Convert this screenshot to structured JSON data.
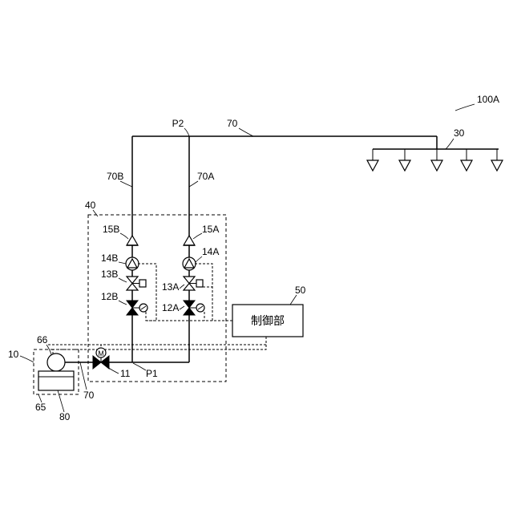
{
  "labels": {
    "system": "100A",
    "nozzles": "30",
    "pipe_main": "70",
    "pipe_main_low": "70",
    "pipe_a": "70A",
    "pipe_b": "70B",
    "point_p2": "P2",
    "point_p1": "P1",
    "unit_box": "40",
    "check_a": "15A",
    "check_b": "15B",
    "pump_a": "14A",
    "pump_b": "14B",
    "valve13_a": "13A",
    "valve13_b": "13B",
    "valve12_a": "12A",
    "valve12_b": "12B",
    "controller_ref": "50",
    "controller_text": "制御部",
    "main_valve": "11",
    "motor_mark": "M",
    "source": "10",
    "source_top": "66",
    "source_box": "65",
    "tank": "80"
  }
}
